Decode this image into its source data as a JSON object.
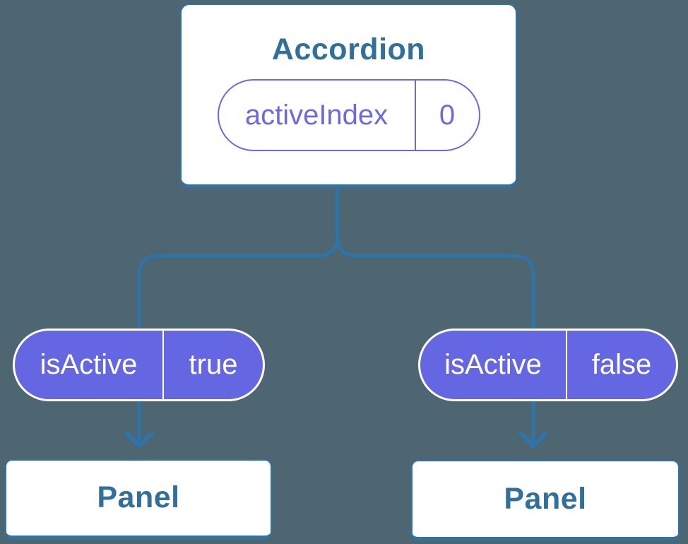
{
  "diagram": {
    "description": "React parent-child state flow diagram",
    "background_color": "#4D6672",
    "line_color": "#2E74A8",
    "box_text_color": "#31709B",
    "pill_fill_color": "#6566E1",
    "pill_outline_color": "#6A6AE6",
    "root": {
      "title": "Accordion",
      "state_pill": {
        "name": "activeIndex",
        "value": "0"
      }
    },
    "children": [
      {
        "prop_pill": {
          "name": "isActive",
          "value": "true"
        },
        "box_label": "Panel"
      },
      {
        "prop_pill": {
          "name": "isActive",
          "value": "false"
        },
        "box_label": "Panel"
      }
    ]
  }
}
